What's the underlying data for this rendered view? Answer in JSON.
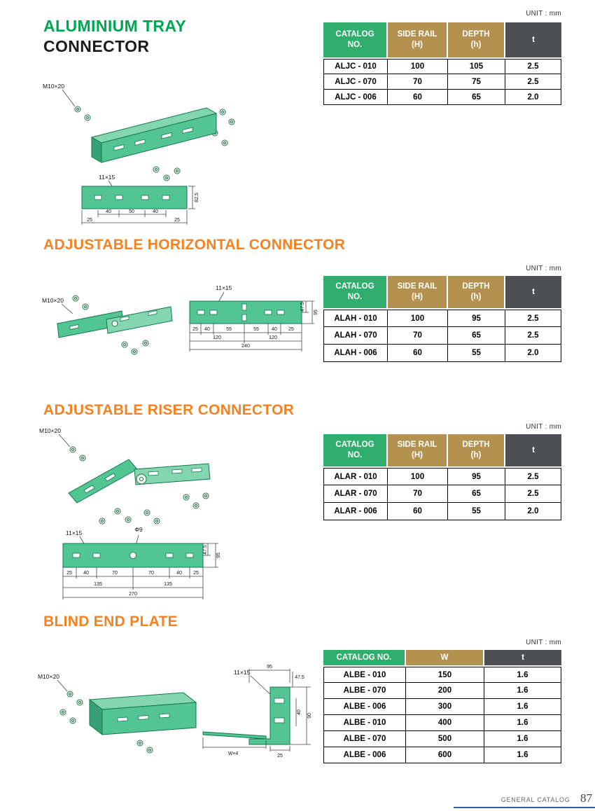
{
  "page": {
    "unit_label": "UNIT : mm",
    "footer": {
      "label": "GENERAL CATALOG",
      "page_number": "87"
    }
  },
  "colors": {
    "title_green": "#00A651",
    "heading_orange": "#F5821F",
    "table_header_green": "#2FAE6E",
    "table_header_tan": "#B3914E",
    "table_header_dark": "#4D4F53",
    "drawing_green": "#53C493",
    "footer_blue": "#2E5FA3"
  },
  "sections": [
    {
      "heading_line1": "ALUMINIUM TRAY",
      "heading_line2": "CONNECTOR",
      "table": {
        "headers": [
          {
            "line1": "CATALOG",
            "line2": "NO."
          },
          {
            "line1": "SIDE RAIL",
            "line2": "(H)"
          },
          {
            "line1": "DEPTH",
            "line2": "(h)"
          },
          {
            "line1": "t"
          }
        ],
        "rows": [
          {
            "catalog": "ALJC - 010",
            "side_rail": "100",
            "depth": "105",
            "t": "2.5"
          },
          {
            "catalog": "ALJC - 070",
            "side_rail": "70",
            "depth": "75",
            "t": "2.5"
          },
          {
            "catalog": "ALJC - 006",
            "side_rail": "60",
            "depth": "65",
            "t": "2.0"
          }
        ]
      },
      "drawing": {
        "bolt_label": "M10×20",
        "slot_label": "11×15",
        "dim_inner": [
          "40",
          "50",
          "40"
        ],
        "dim_outer": [
          "25",
          "25"
        ],
        "dim_height": "82.5"
      }
    },
    {
      "heading": "ADJUSTABLE HORIZONTAL CONNECTOR",
      "table": {
        "headers": [
          {
            "line1": "CATALOG",
            "line2": "NO."
          },
          {
            "line1": "SIDE RAIL",
            "line2": "(H)"
          },
          {
            "line1": "DEPTH",
            "line2": "(h)"
          },
          {
            "line1": "t"
          }
        ],
        "rows": [
          {
            "catalog": "ALAH - 010",
            "side_rail": "100",
            "depth": "95",
            "t": "2.5"
          },
          {
            "catalog": "ALAH - 070",
            "side_rail": "70",
            "depth": "65",
            "t": "2.5"
          },
          {
            "catalog": "ALAH - 006",
            "side_rail": "60",
            "depth": "55",
            "t": "2.0"
          }
        ]
      },
      "drawing": {
        "bolt_label": "M10×20",
        "slot_label": "11×15",
        "dim_row1": [
          "25",
          "40",
          "55",
          "55",
          "40",
          "25"
        ],
        "dim_row2": [
          "120",
          "120"
        ],
        "dim_row3": "240",
        "dim_v1": "47.5",
        "dim_v2": "95"
      }
    },
    {
      "heading": "ADJUSTABLE RISER CONNECTOR",
      "table": {
        "headers": [
          {
            "line1": "CATALOG",
            "line2": "NO."
          },
          {
            "line1": "SIDE RAIL",
            "line2": "(H)"
          },
          {
            "line1": "DEPTH",
            "line2": "(h)"
          },
          {
            "line1": "t"
          }
        ],
        "rows": [
          {
            "catalog": "ALAR - 010",
            "side_rail": "100",
            "depth": "95",
            "t": "2.5"
          },
          {
            "catalog": "ALAR - 070",
            "side_rail": "70",
            "depth": "65",
            "t": "2.5"
          },
          {
            "catalog": "ALAR - 006",
            "side_rail": "60",
            "depth": "55",
            "t": "2.0"
          }
        ]
      },
      "drawing": {
        "bolt_label": "M10×20",
        "slot_label": "11×15",
        "hole_label": "Φ9",
        "dim_row1": [
          "25",
          "40",
          "70",
          "70",
          "40",
          "25"
        ],
        "dim_row2": [
          "135",
          "135"
        ],
        "dim_row3": "270",
        "dim_v1": "47.5",
        "dim_v2": "95"
      }
    },
    {
      "heading": "BLIND END PLATE",
      "table": {
        "headers": [
          {
            "line1": "CATALOG NO."
          },
          {
            "line1": "W"
          },
          {
            "line1": "t"
          }
        ],
        "rows": [
          {
            "catalog": "ALBE - 010",
            "w": "150",
            "t": "1.6"
          },
          {
            "catalog": "ALBE - 070",
            "w": "200",
            "t": "1.6"
          },
          {
            "catalog": "ALBE - 006",
            "w": "300",
            "t": "1.6"
          },
          {
            "catalog": "ALBE - 010",
            "w": "400",
            "t": "1.6"
          },
          {
            "catalog": "ALBE - 070",
            "w": "500",
            "t": "1.6"
          },
          {
            "catalog": "ALBE - 006",
            "w": "600",
            "t": "1.6"
          }
        ]
      },
      "drawing": {
        "bolt_label": "M10×20",
        "slot_label": "11×15",
        "dim_top": "95",
        "dim_top_right": "47.5",
        "dim_right_outer": "90",
        "dim_right_inner": "40",
        "dim_bottom_right": "25",
        "dim_width": "W×4"
      }
    }
  ]
}
